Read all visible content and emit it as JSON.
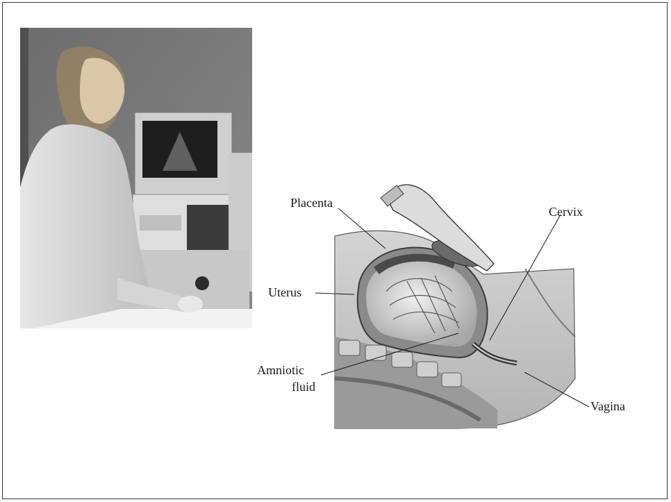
{
  "labels": {
    "placenta": "Placenta",
    "cervix": "Cervix",
    "uterus": "Uterus",
    "amniotic_1": "Amniotic",
    "amniotic_2": "fluid",
    "vagina": "Vagina"
  },
  "colors": {
    "frame": "#3a3a3a",
    "ink": "#1a1a1a"
  }
}
